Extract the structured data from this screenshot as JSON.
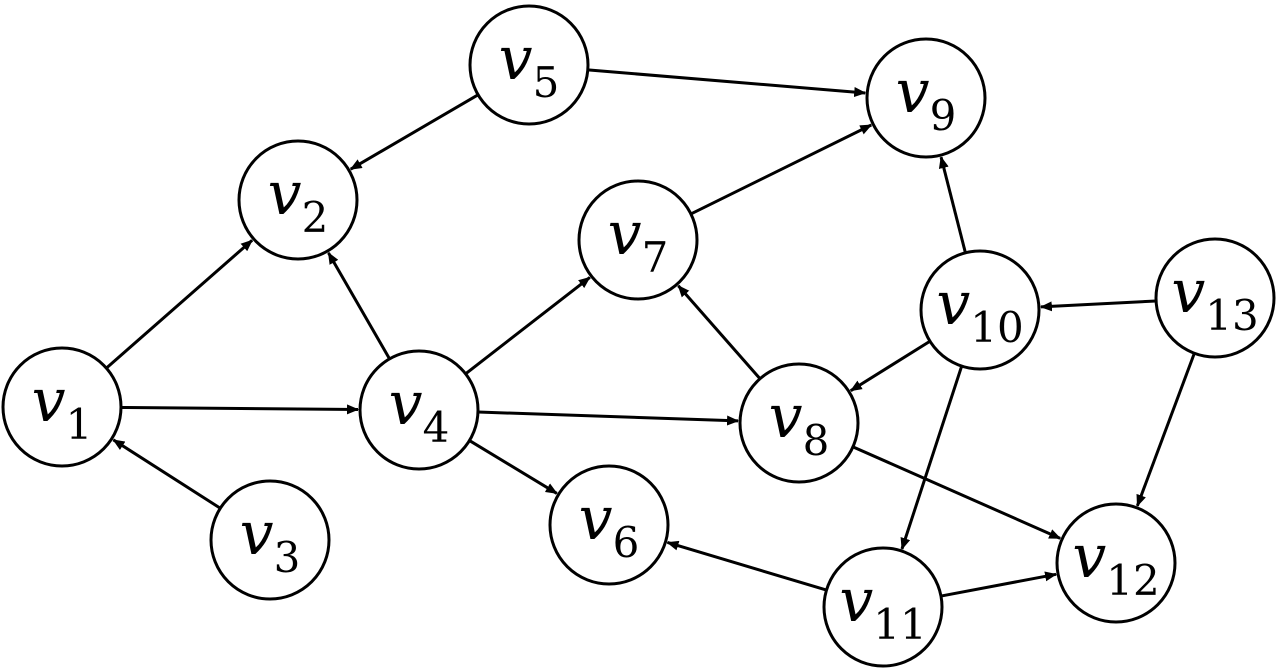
{
  "nodes": [
    {
      "id": "v1",
      "var": "v",
      "sub": "1"
    },
    {
      "id": "v2",
      "var": "v",
      "sub": "2"
    },
    {
      "id": "v3",
      "var": "v",
      "sub": "3"
    },
    {
      "id": "v4",
      "var": "v",
      "sub": "4"
    },
    {
      "id": "v5",
      "var": "v",
      "sub": "5"
    },
    {
      "id": "v6",
      "var": "v",
      "sub": "6"
    },
    {
      "id": "v7",
      "var": "v",
      "sub": "7"
    },
    {
      "id": "v8",
      "var": "v",
      "sub": "8"
    },
    {
      "id": "v9",
      "var": "v",
      "sub": "9"
    },
    {
      "id": "v10",
      "var": "v",
      "sub": "10"
    },
    {
      "id": "v11",
      "var": "v",
      "sub": "11"
    },
    {
      "id": "v12",
      "var": "v",
      "sub": "12"
    },
    {
      "id": "v13",
      "var": "v",
      "sub": "13"
    }
  ],
  "edges": [
    {
      "from": "v1",
      "to": "v2"
    },
    {
      "from": "v1",
      "to": "v4"
    },
    {
      "from": "v3",
      "to": "v1"
    },
    {
      "from": "v4",
      "to": "v2"
    },
    {
      "from": "v4",
      "to": "v7"
    },
    {
      "from": "v4",
      "to": "v8"
    },
    {
      "from": "v4",
      "to": "v6"
    },
    {
      "from": "v5",
      "to": "v2"
    },
    {
      "from": "v5",
      "to": "v9"
    },
    {
      "from": "v7",
      "to": "v9"
    },
    {
      "from": "v8",
      "to": "v7"
    },
    {
      "from": "v8",
      "to": "v12"
    },
    {
      "from": "v10",
      "to": "v9"
    },
    {
      "from": "v10",
      "to": "v8"
    },
    {
      "from": "v10",
      "to": "v11"
    },
    {
      "from": "v11",
      "to": "v6"
    },
    {
      "from": "v11",
      "to": "v12"
    },
    {
      "from": "v13",
      "to": "v10"
    },
    {
      "from": "v13",
      "to": "v12"
    }
  ],
  "colors": {
    "stroke": "#000000",
    "fill": "#ffffff"
  }
}
